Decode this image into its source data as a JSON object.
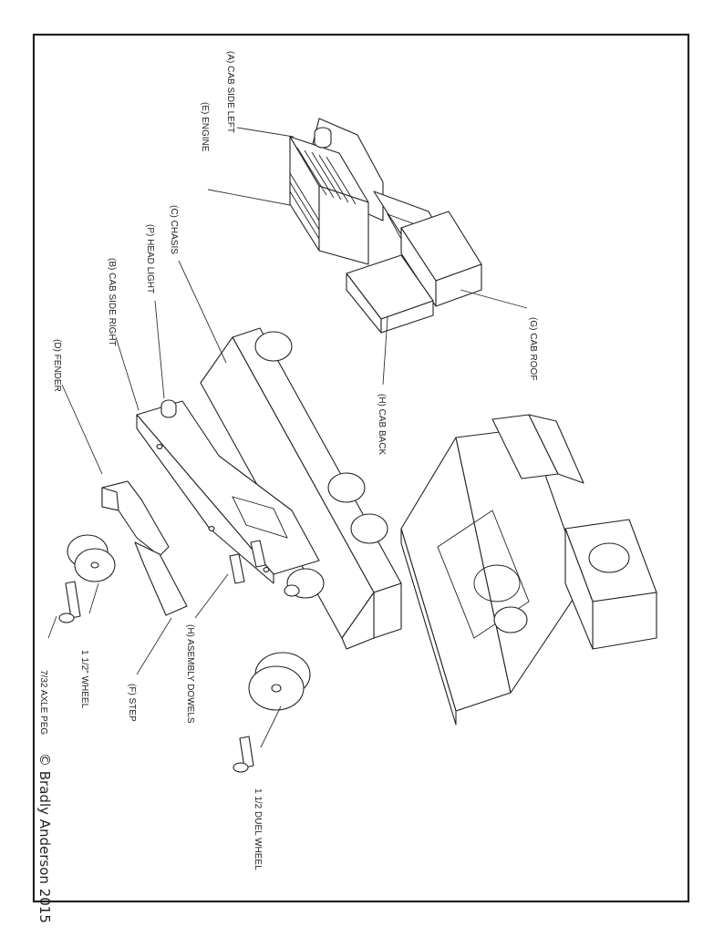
{
  "labels": {
    "a": "(A) CAB SIDE LEFT",
    "e": "(E) ENGINE",
    "c": "(C) CHASIS",
    "p": "(P) HEAD LIGHT",
    "b": "(B) CAB SIDE RIGHT",
    "d": "(D) FENDER",
    "g": "(G) CAB ROOF",
    "h_back": "(H) CAB BACK",
    "h_dowels": "(H) ASEMBLY DOWELS",
    "f": "(F) STEP",
    "wheel": "1 1/2\" WHEEL",
    "axle": "7/32 AXLE PEG",
    "duel": "1 1/2 DUEL WHEEL"
  },
  "copyright": "© Bradly Anderson 2015"
}
